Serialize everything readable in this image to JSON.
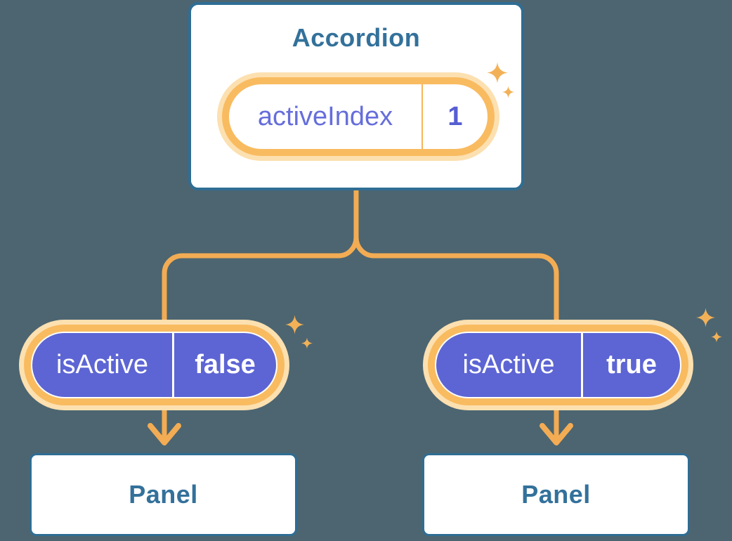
{
  "accordion_card": {
    "title": "Accordion",
    "state_pill": {
      "label": "activeIndex",
      "value": "1"
    }
  },
  "branches": {
    "left": {
      "state_pill": {
        "label": "isActive",
        "value": "false"
      },
      "panel": {
        "title": "Panel"
      }
    },
    "right": {
      "state_pill": {
        "label": "isActive",
        "value": "true"
      },
      "panel": {
        "title": "Panel"
      }
    }
  },
  "icons": {
    "sparkle": "sparkle-icon",
    "arrowhead": "arrow-down-icon"
  },
  "colors": {
    "background": "#4C6571",
    "card_border": "#2F6D94",
    "heading": "#33719B",
    "halo": "#FCE0B0",
    "ring": "#F9BB60",
    "connector": "#F3AC53",
    "sparkle": "#F3B157",
    "purple": "#5D65D4",
    "state_label": "#666EDB",
    "state_value": "#565ED3",
    "orange_sep": "#F6B459"
  }
}
